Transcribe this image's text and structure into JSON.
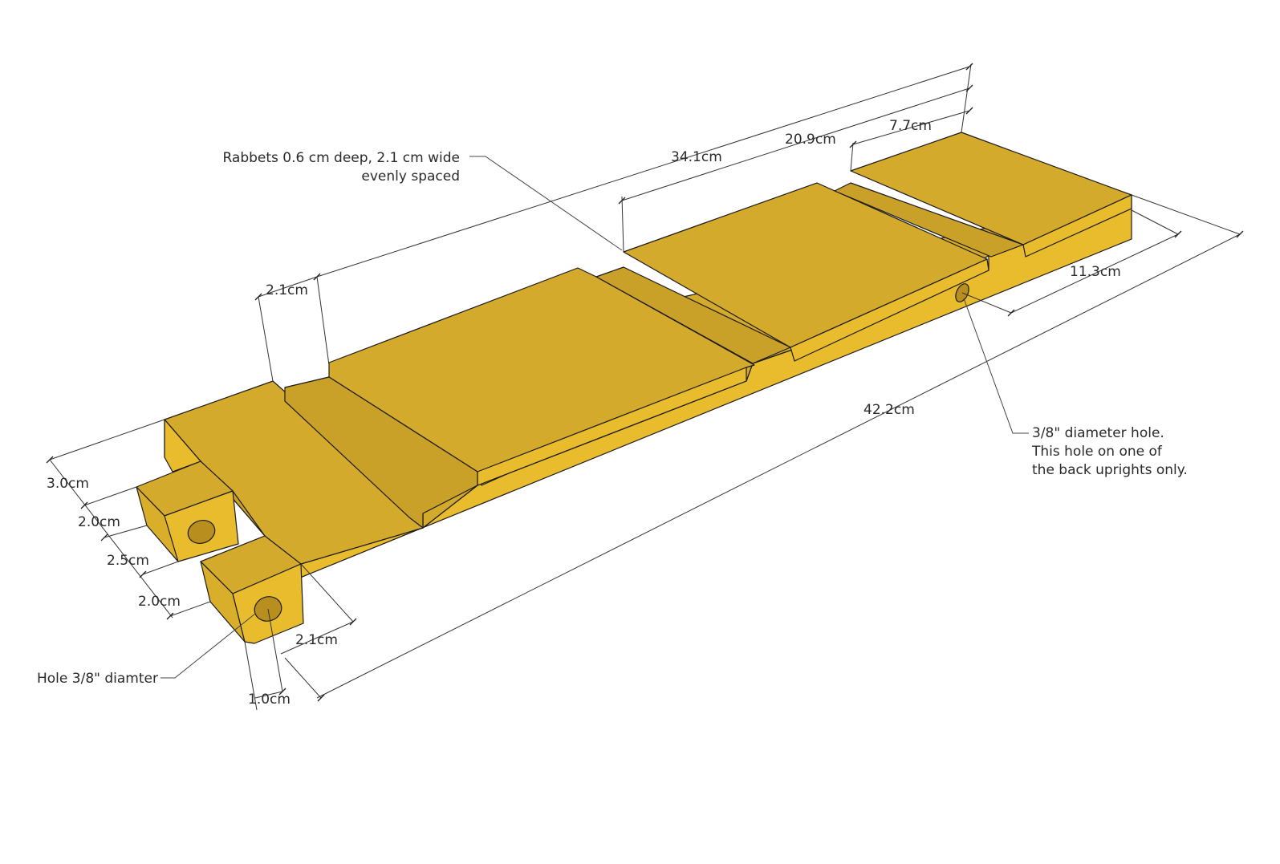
{
  "colors": {
    "top_face": "#D4AA2C",
    "front_face": "#E8BC2C",
    "side_face": "#D9AE2A",
    "dark_face": "#C9A128",
    "hole": "#B88E1E",
    "edge": "#1a1a1a"
  },
  "annotations": {
    "rabbets_line1": "Rabbets 0.6 cm deep, 2.1 cm wide",
    "rabbets_line2": "evenly spaced",
    "back_hole_line1": "3/8\" diameter hole.",
    "back_hole_line2": "This hole on one of",
    "back_hole_line3": "the back uprights only.",
    "front_hole": "Hole 3/8\" diamter"
  },
  "dimensions": {
    "overall_length": "42.2cm",
    "first_rabbet_to_end": "34.1cm",
    "second_rabbet_to_end": "20.9cm",
    "third_rabbet_to_end": "7.7cm",
    "first_rabbet_offset": "2.1cm",
    "width": "11.3cm",
    "tenon_upper_shoulder": "3.0cm",
    "tenon_upper": "2.0cm",
    "tenon_gap": "2.5cm",
    "tenon_lower": "2.0cm",
    "tenon_length": "2.1cm",
    "hole_offset": "1.0cm"
  }
}
